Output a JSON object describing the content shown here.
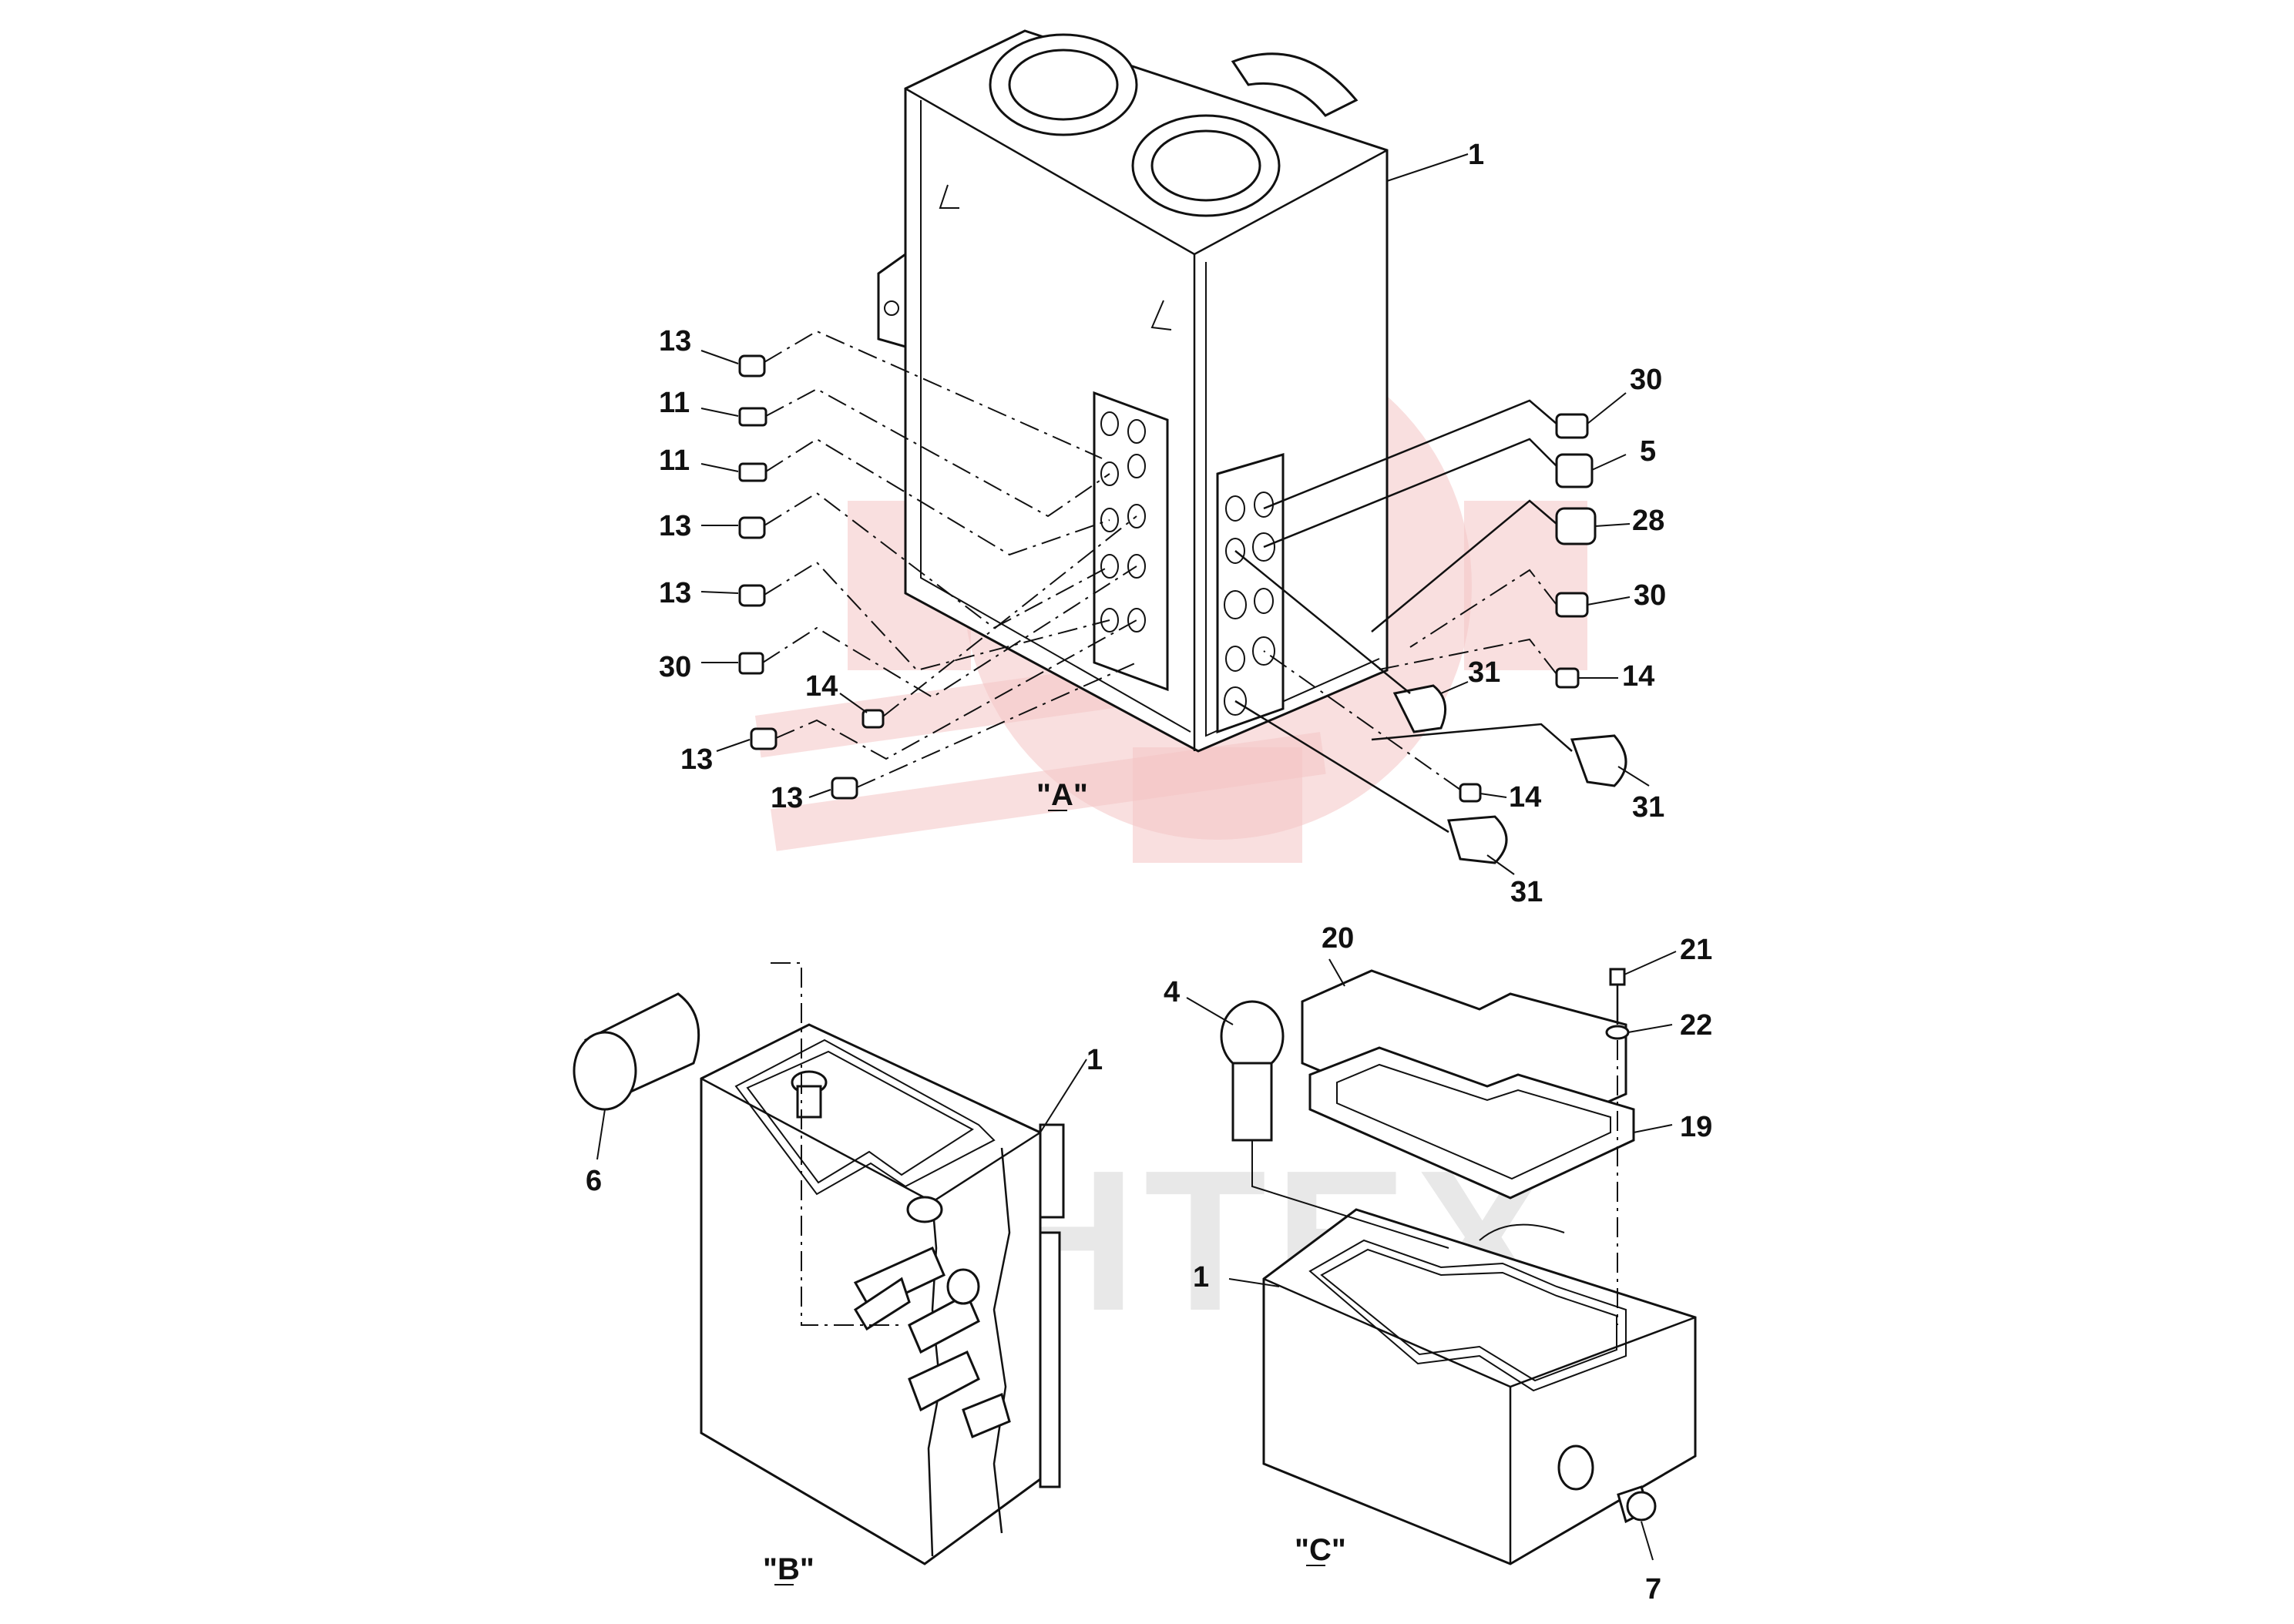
{
  "watermark": {
    "text": "ИНТЕХ",
    "color": "#f4c4c4"
  },
  "views": [
    {
      "id": "A",
      "text": "\"A\""
    },
    {
      "id": "B",
      "text": "\"B\""
    },
    {
      "id": "C",
      "text": "\"C\""
    }
  ],
  "callouts": {
    "a_1": "1",
    "a_13_1": "13",
    "a_11_1": "11",
    "a_11_2": "11",
    "a_13_2": "13",
    "a_13_3": "13",
    "a_30_1": "30",
    "a_14_1": "14",
    "a_13_4": "13",
    "a_13_5": "13",
    "a_30_2": "30",
    "a_5": "5",
    "a_28": "28",
    "a_30_3": "30",
    "a_14_2": "14",
    "a_31_1": "31",
    "a_31_2": "31",
    "a_14_3": "14",
    "a_31_3": "31",
    "b_1": "1",
    "b_6": "6",
    "c_20": "20",
    "c_21": "21",
    "c_4": "4",
    "c_22": "22",
    "c_19": "19",
    "c_1": "1",
    "c_7": "7"
  }
}
